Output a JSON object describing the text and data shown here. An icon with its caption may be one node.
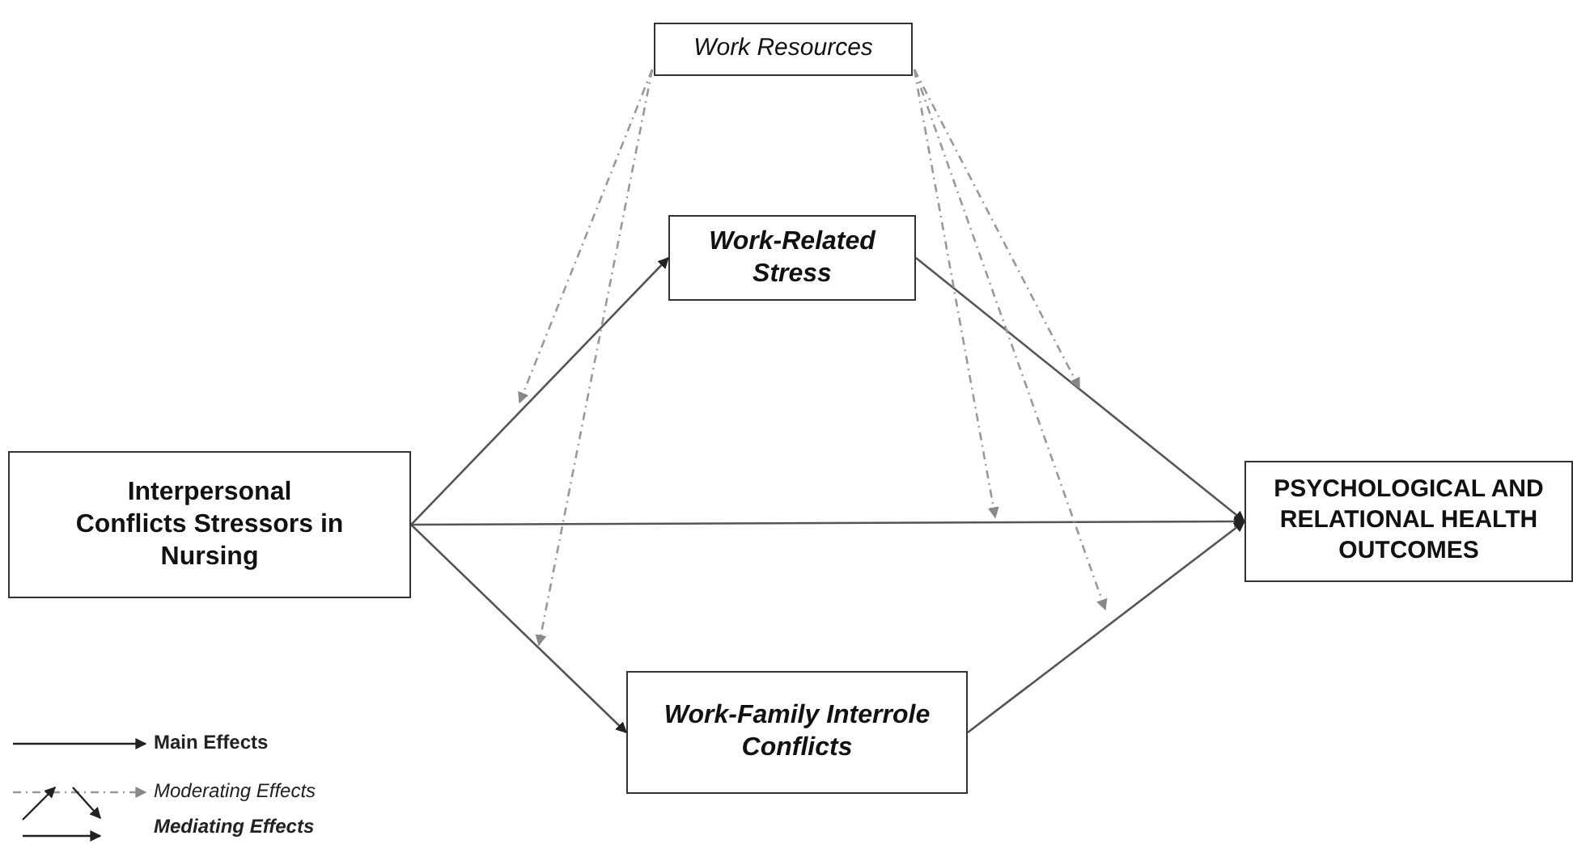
{
  "diagram": {
    "nodes": [
      {
        "text": [
          "Work Resources"
        ]
      },
      {
        "text": [
          "Work-Related Stress"
        ]
      },
      {
        "text": [
          "Interpersonal Conflicts Stressors in Nursing"
        ]
      },
      {
        "text": [
          "Work-Family Interrole Conflicts"
        ]
      },
      {
        "text": [
          "PSYCHOLOGICAL AND RELATIONAL HEALTH OUTCOMES"
        ]
      }
    ],
    "edges": [
      {
        "from": 2,
        "to": 1,
        "arrow": "to"
      },
      {
        "from": 2,
        "to": 3,
        "arrow": "to"
      },
      {
        "from": 2,
        "to": 4,
        "arrow": "to"
      },
      {
        "from": 1,
        "to": 4,
        "arrow": "to"
      },
      {
        "from": 3,
        "to": 4,
        "arrow": "to"
      },
      {
        "from": 0,
        "to": null,
        "arrow": "to",
        "style": "dashed",
        "color": "#999999"
      },
      {
        "from": 0,
        "to": null,
        "arrow": "to",
        "style": "dashed",
        "color": "#999999"
      },
      {
        "from": 0,
        "to": null,
        "arrow": "to",
        "style": "dashed",
        "color": "#999999"
      },
      {
        "from": 0,
        "to": null,
        "arrow": "to",
        "style": "dashed",
        "color": "#999999"
      },
      {
        "from": 0,
        "to": null,
        "arrow": "to",
        "style": "dashed",
        "color": "#999999"
      }
    ],
    "legend": [
      {
        "text": "Main Effects"
      },
      {
        "text": "Moderating Effects"
      },
      {
        "text": "Mediating Effects"
      }
    ]
  }
}
